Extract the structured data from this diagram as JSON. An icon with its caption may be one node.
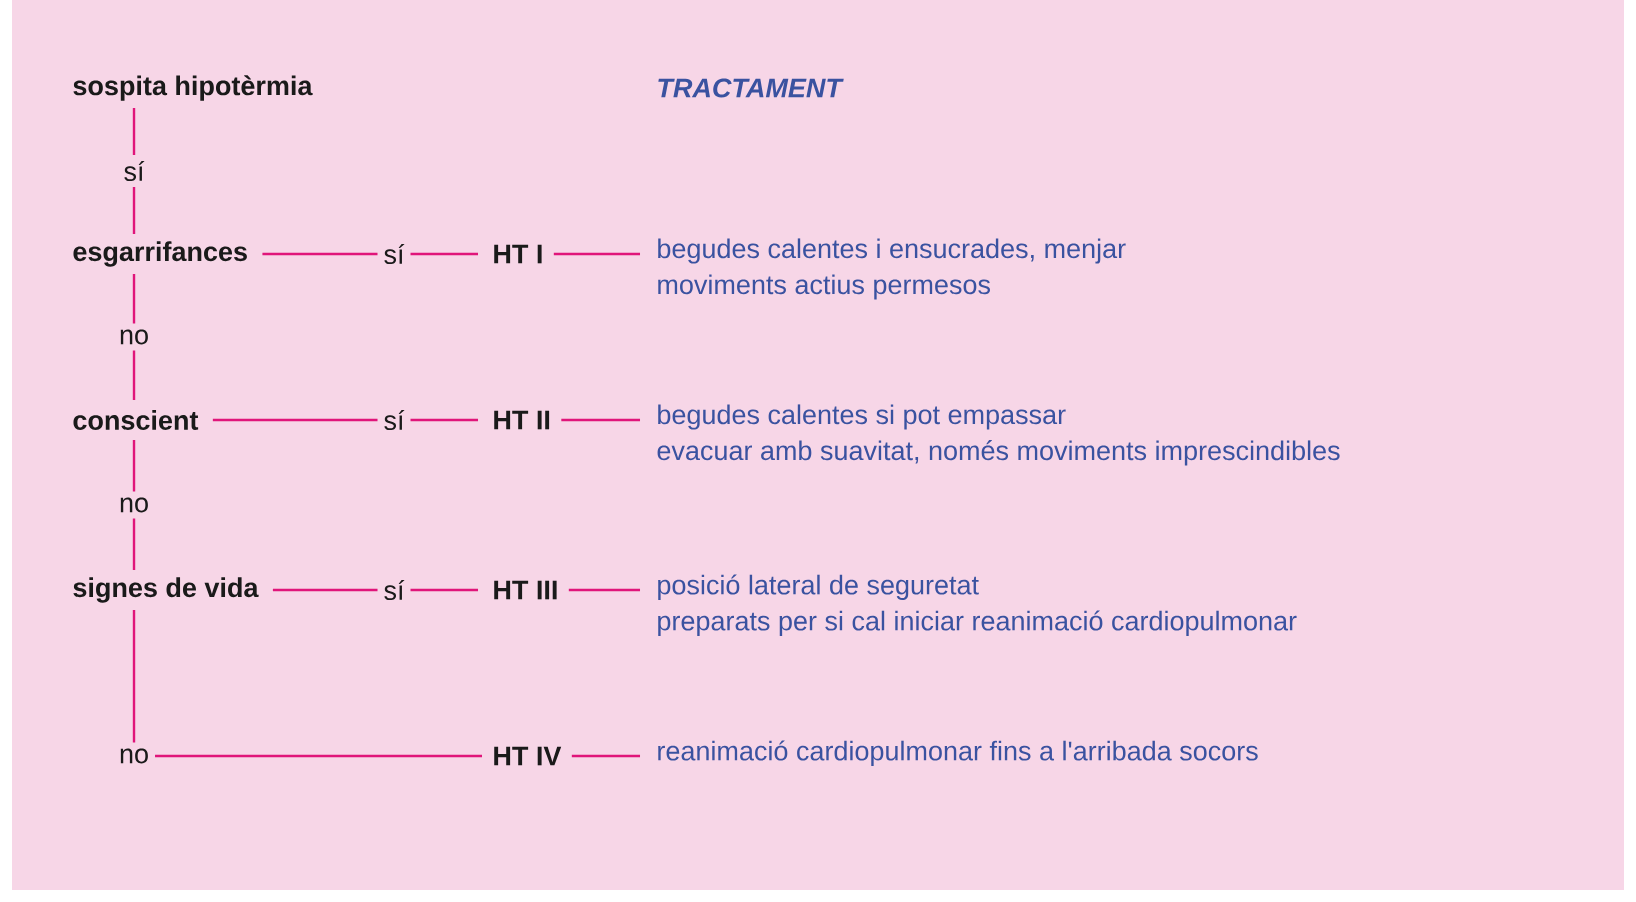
{
  "diagram": {
    "nodes": [
      {
        "text": [
          "sospita hipotèrmia"
        ]
      },
      {
        "text": [
          "esgarrifances"
        ]
      },
      {
        "text": [
          "HT I"
        ]
      },
      {
        "text": [
          "begudes calentes i ensucrades, menjar",
          "moviments actius permesos"
        ]
      },
      {
        "text": [
          "conscient"
        ]
      },
      {
        "text": [
          "HT II"
        ]
      },
      {
        "text": [
          "begudes calentes si pot empassar",
          "evacuar amb suavitat, només moviments imprescindibles"
        ]
      },
      {
        "text": [
          "signes de vida"
        ]
      },
      {
        "text": [
          "HT III"
        ]
      },
      {
        "text": [
          "posició lateral de seguretat",
          "preparats per si cal iniciar reanimació cardiopulmonar"
        ]
      },
      {
        "text": [
          "HT IV"
        ]
      },
      {
        "text": [
          "reanimació cardiopulmonar fins a l'arribada socors"
        ]
      }
    ],
    "edges": [
      {
        "from": 0,
        "to": 1,
        "arrow": "none",
        "label": "sí"
      },
      {
        "from": 1,
        "to": 2,
        "arrow": "none",
        "label": "sí"
      },
      {
        "from": 2,
        "to": 3,
        "arrow": "none"
      },
      {
        "from": 1,
        "to": 4,
        "arrow": "none",
        "label": "no"
      },
      {
        "from": 4,
        "to": 5,
        "arrow": "none",
        "label": "sí"
      },
      {
        "from": 5,
        "to": 6,
        "arrow": "none"
      },
      {
        "from": 4,
        "to": 7,
        "arrow": "none",
        "label": "no"
      },
      {
        "from": 7,
        "to": 8,
        "arrow": "none",
        "label": "sí"
      },
      {
        "from": 8,
        "to": 9,
        "arrow": "none"
      },
      {
        "from": 7,
        "to": 10,
        "arrow": "none",
        "label": "no"
      },
      {
        "from": 10,
        "to": 11,
        "arrow": "none"
      }
    ],
    "labels": [
      "TRACTAMENT"
    ]
  }
}
